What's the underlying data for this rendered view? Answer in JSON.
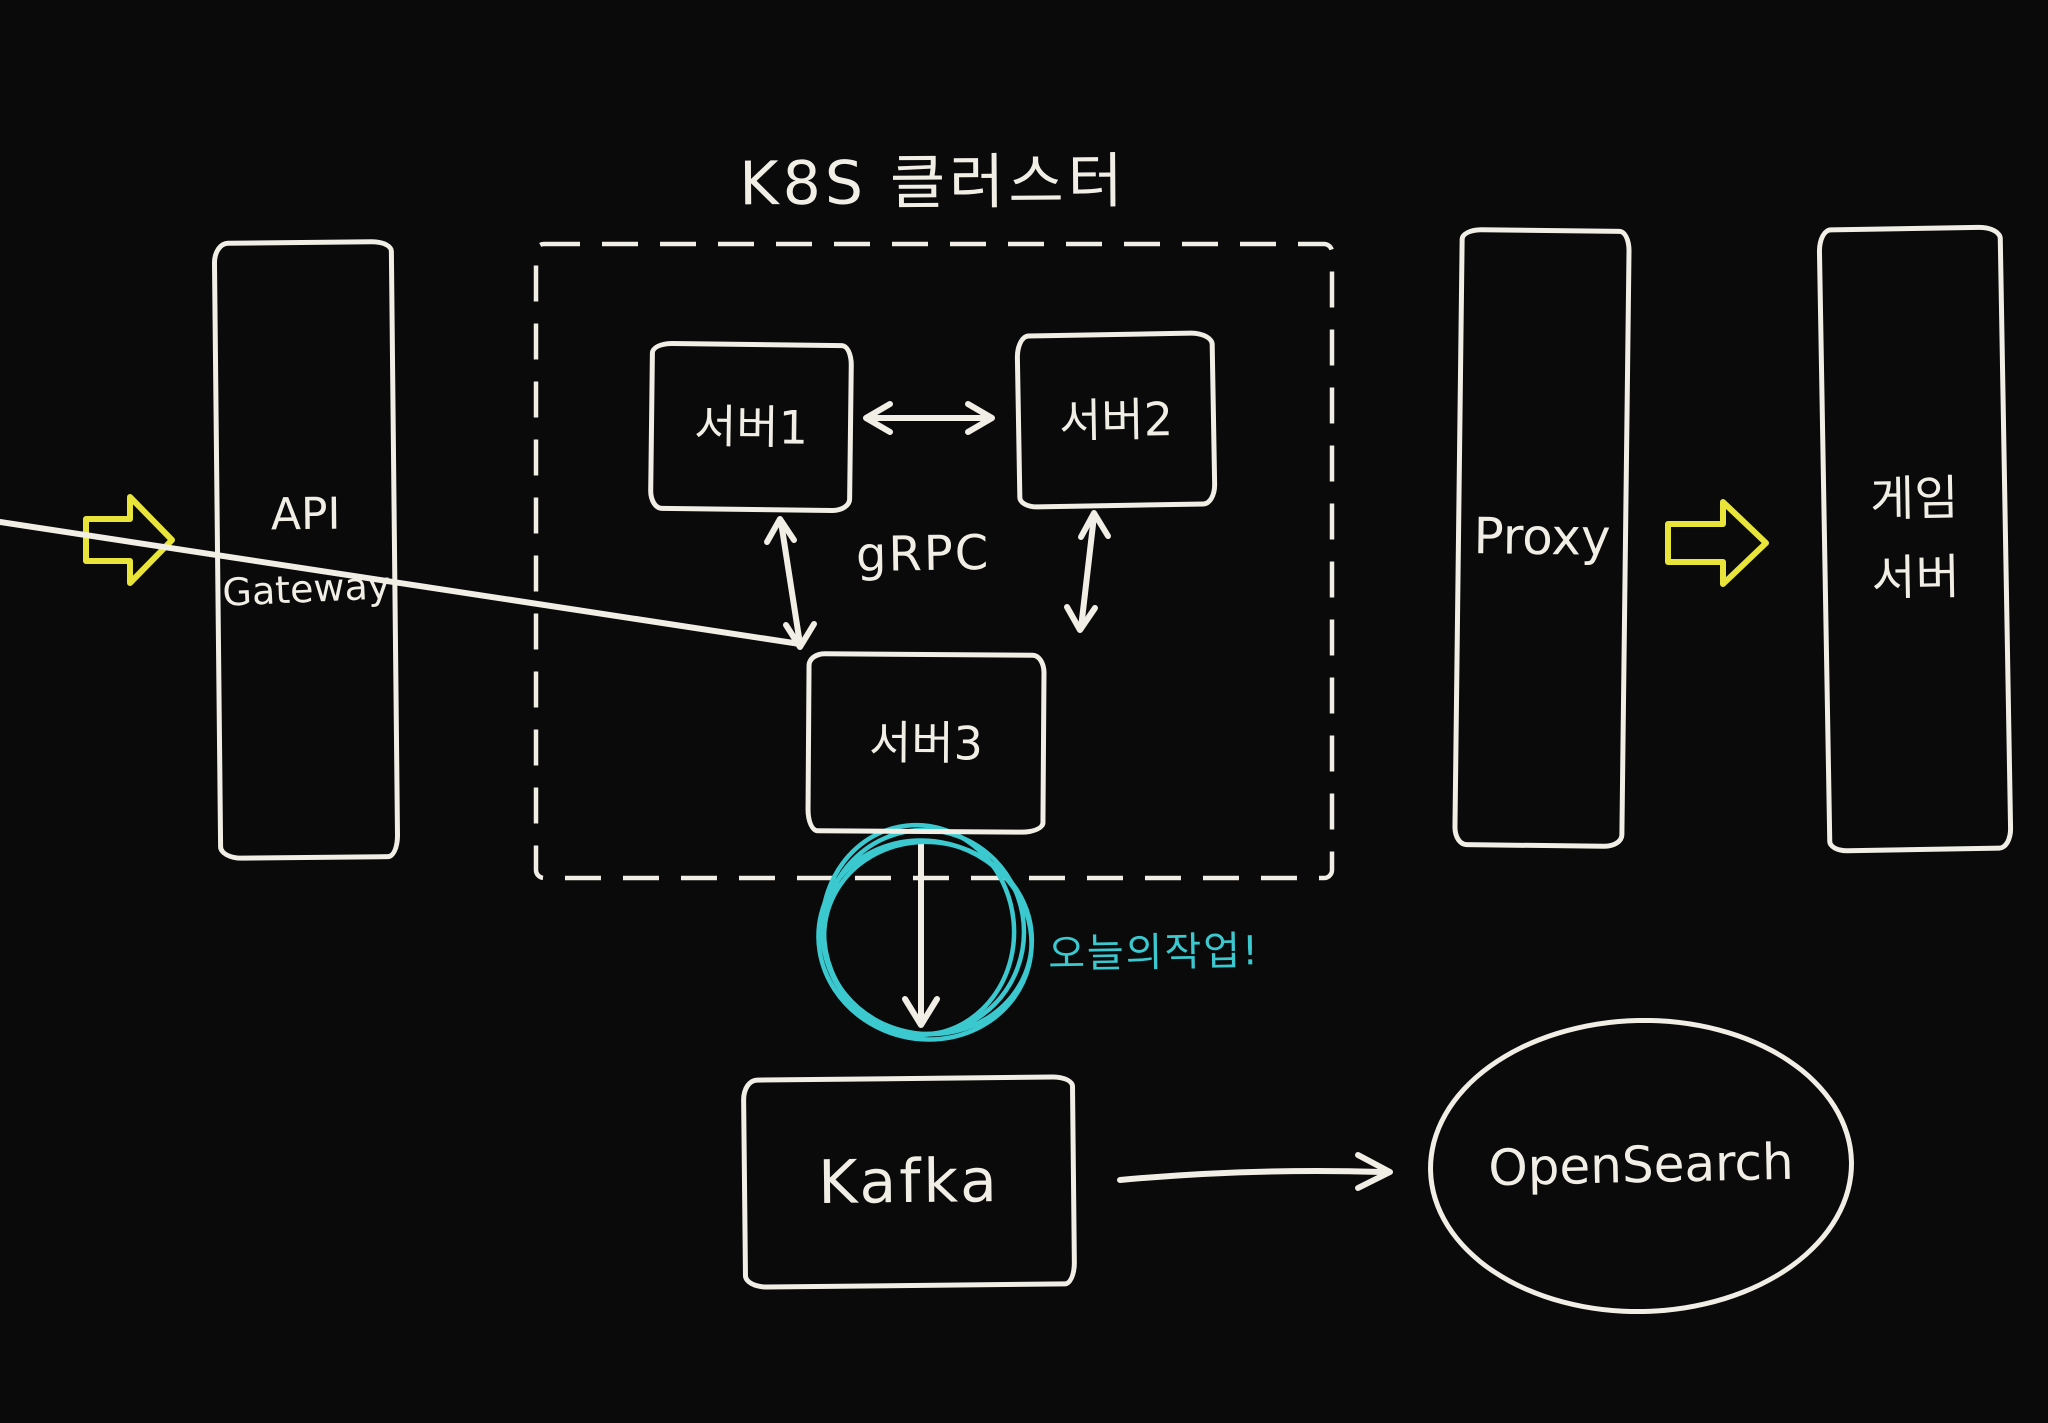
{
  "colors": {
    "background": "#0a0a0b",
    "ink": "#f1eee6",
    "accent_yellow": "#e9e43a",
    "accent_cyan": "#3bc9cf"
  },
  "cluster": {
    "title": "K8S 클러스터"
  },
  "nodes": {
    "api_gateway_line1": "API",
    "api_gateway_line2": "Gateway",
    "server1": "서버1",
    "server2": "서버2",
    "server3": "서버3",
    "kafka": "Kafka",
    "opensearch": "OpenSearch",
    "proxy": "Proxy",
    "game_server_line1": "게임",
    "game_server_line2": "서버"
  },
  "labels": {
    "grpc": "gRPC",
    "annotation": "오늘의작업!"
  },
  "edges": [
    {
      "from": "external-in",
      "to": "api_gateway",
      "style": "yellow-block-arrow"
    },
    {
      "from": "server1",
      "to": "server2",
      "style": "double-arrow",
      "label": "gRPC"
    },
    {
      "from": "server1",
      "to": "server3",
      "style": "double-arrow"
    },
    {
      "from": "server2",
      "to": "server3",
      "style": "double-arrow"
    },
    {
      "from": "server3",
      "to": "kafka",
      "style": "arrow",
      "highlighted": "cyan-circle"
    },
    {
      "from": "kafka",
      "to": "opensearch",
      "style": "arrow"
    },
    {
      "from": "proxy",
      "to": "game_server",
      "style": "yellow-block-arrow"
    }
  ]
}
